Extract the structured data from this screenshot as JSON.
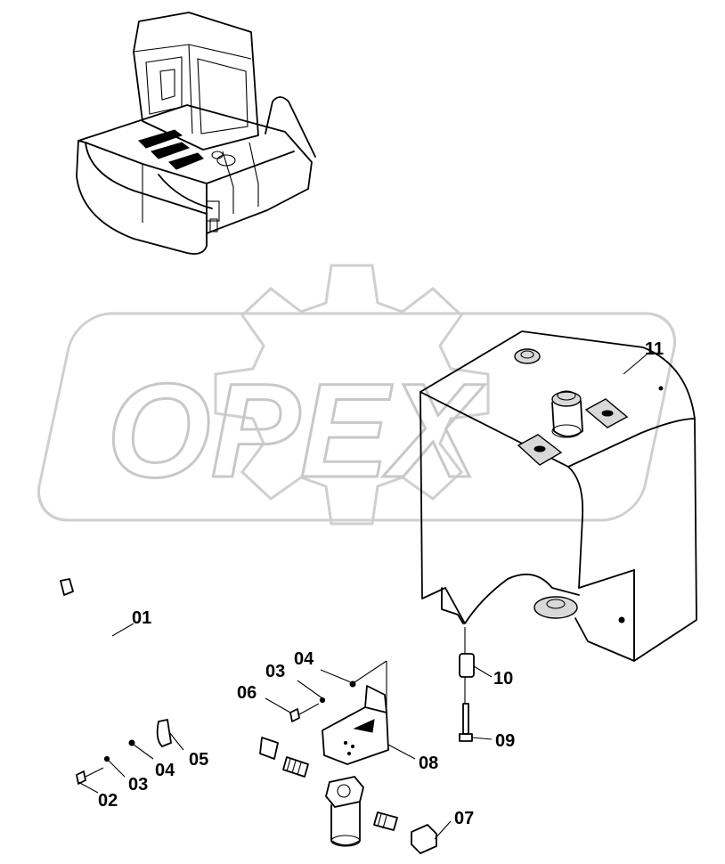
{
  "watermark": {
    "text": "OPEX"
  },
  "callouts": [
    {
      "id": "01",
      "label": "01"
    },
    {
      "id": "02",
      "label": "02"
    },
    {
      "id": "03a",
      "label": "03"
    },
    {
      "id": "03b",
      "label": "03"
    },
    {
      "id": "04a",
      "label": "04"
    },
    {
      "id": "04b",
      "label": "04"
    },
    {
      "id": "05",
      "label": "05"
    },
    {
      "id": "06",
      "label": "06"
    },
    {
      "id": "07",
      "label": "07"
    },
    {
      "id": "08",
      "label": "08"
    },
    {
      "id": "09",
      "label": "09"
    },
    {
      "id": "10",
      "label": "10"
    },
    {
      "id": "11",
      "label": "11"
    }
  ]
}
